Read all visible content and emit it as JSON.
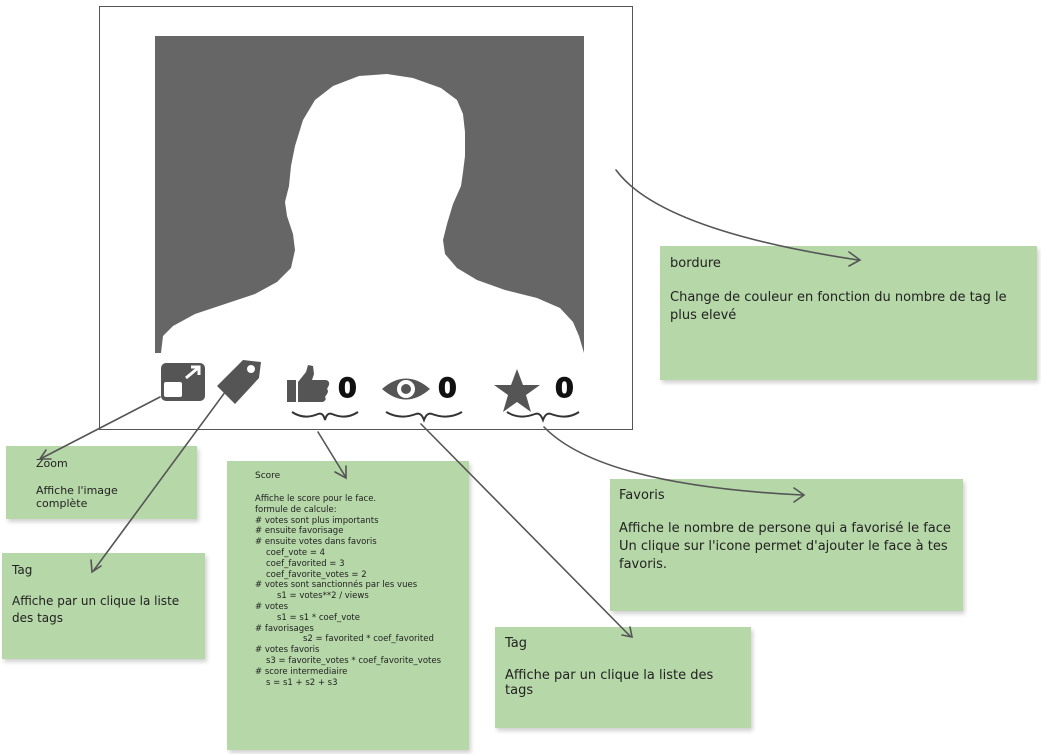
{
  "card": {
    "photo": "person-silhouette",
    "counters": {
      "votes": "0",
      "views": "0",
      "favorites": "0"
    },
    "icons": [
      "zoom-icon",
      "tag-icon",
      "thumbs-up-icon",
      "eye-icon",
      "star-icon"
    ]
  },
  "notes": {
    "bordure": {
      "title": "bordure",
      "body": "Change de couleur en fonction du nombre de tag le plus elevé"
    },
    "zoom": {
      "title": "Zoom",
      "body": "Affiche l'image complète"
    },
    "tag_left": {
      "title": "Tag",
      "body": "Affiche par un clique la liste des tags"
    },
    "score": {
      "title": "Score",
      "lines": [
        "Affiche le score pour le face.",
        "formule de calcule:",
        "# votes sont plus importants",
        "# ensuite favorisage",
        "# ensuite votes dans favoris",
        "coef_vote = 4",
        "coef_favorited = 3",
        "coef_favorite_votes = 2",
        "# votes sont sanctionnés par les vues",
        "s1 = votes**2 / views",
        "# votes",
        "s1 = s1 * coef_vote",
        "# favorisages",
        "s2 = favorited * coef_favorited",
        "# votes favoris",
        "s3 = favorite_votes * coef_favorite_votes",
        "# score intermediaire",
        "s = s1 + s2 + s3"
      ]
    },
    "tag_bottom": {
      "title": "Tag",
      "body": "Affiche par un clique la liste des tags"
    },
    "favoris": {
      "title": "Favoris",
      "body": "Affiche le nombre de persone qui a favorisé le face\nUn clique sur l'icone permet d'ajouter le face à tes favoris."
    }
  },
  "colors": {
    "note": "#b6d7a8",
    "photo_bg": "#666666",
    "icon": "#555555",
    "arrow": "#555555"
  }
}
